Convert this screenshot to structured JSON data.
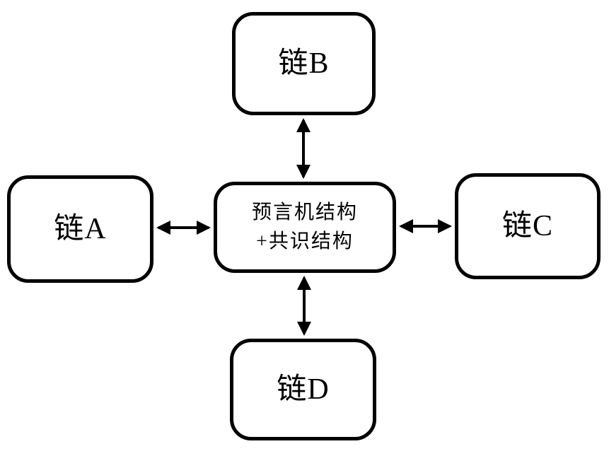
{
  "diagram": {
    "type": "network-diagram",
    "nodes": {
      "center": {
        "id": "oracle-consensus",
        "label_line1": "预言机结构",
        "label_line2": "+共识结构"
      },
      "chain_a": {
        "label": "链A"
      },
      "chain_b": {
        "label": "链B"
      },
      "chain_c": {
        "label": "链C"
      },
      "chain_d": {
        "label": "链D"
      }
    },
    "connections": [
      {
        "from": "oracle-consensus",
        "to": "链B",
        "direction": "bidirectional"
      },
      {
        "from": "oracle-consensus",
        "to": "链A",
        "direction": "bidirectional"
      },
      {
        "from": "oracle-consensus",
        "to": "链C",
        "direction": "bidirectional"
      },
      {
        "from": "oracle-consensus",
        "to": "链D",
        "direction": "bidirectional"
      }
    ],
    "colors": {
      "stroke": "#000000",
      "box_fill": "#ffffff",
      "background": "#ffffff",
      "text": "#000000"
    }
  }
}
